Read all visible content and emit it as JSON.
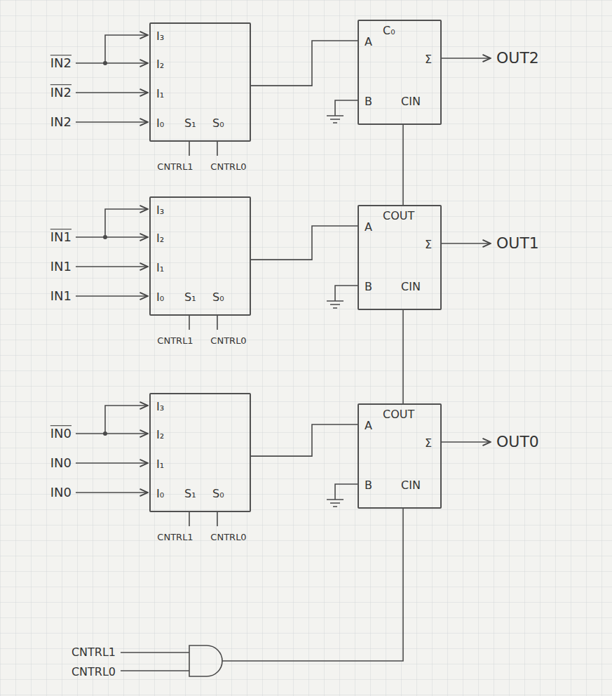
{
  "diagram": {
    "nodes": [
      {
        "text": [
          "I₃",
          "I₂",
          "I₁",
          "I₀",
          "S₁",
          "S₀"
        ]
      },
      {
        "text": [
          "C₀",
          "A",
          "Σ",
          "B",
          "CIN"
        ]
      },
      {
        "text": [
          "I₃",
          "I₂",
          "I₁",
          "I₀",
          "S₁",
          "S₀"
        ]
      },
      {
        "text": [
          "COUT",
          "A",
          "Σ",
          "B",
          "CIN"
        ]
      },
      {
        "text": [
          "I₃",
          "I₂",
          "I₁",
          "I₀",
          "S₁",
          "S₀"
        ]
      },
      {
        "text": [
          "COUT",
          "A",
          "Σ",
          "B",
          "CIN"
        ]
      }
    ],
    "edges": [
      {
        "from": 0,
        "to": 1,
        "arrow": "none"
      },
      {
        "from": 2,
        "to": 3,
        "arrow": "none"
      },
      {
        "from": 4,
        "to": 5,
        "arrow": "none"
      },
      {
        "from": 5,
        "to": 3,
        "arrow": "none"
      },
      {
        "from": 3,
        "to": 1,
        "arrow": "none"
      }
    ],
    "labels": [
      "IN2",
      "IN2",
      "IN2",
      "CNTRL1",
      "CNTRL0",
      "OUT2",
      "IN1",
      "IN1",
      "IN1",
      "CNTRL1",
      "CNTRL0",
      "OUT1",
      "IN0",
      "IN0",
      "IN0",
      "CNTRL1",
      "CNTRL0",
      "OUT0",
      "CNTRL1",
      "CNTRL0"
    ]
  }
}
